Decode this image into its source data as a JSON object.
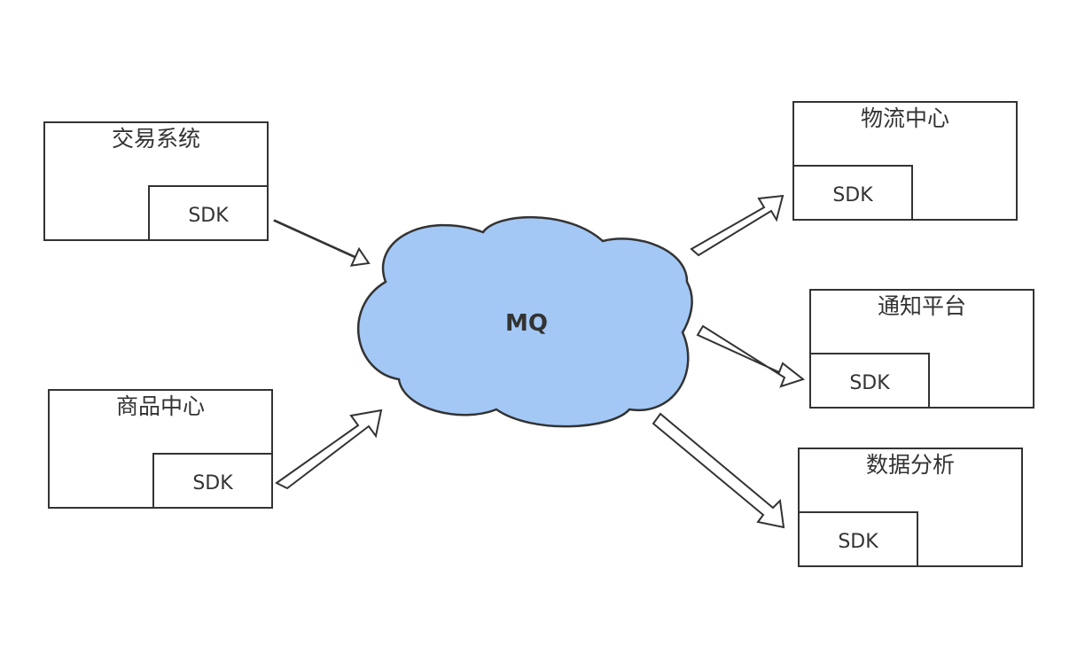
{
  "cloud": {
    "label": "MQ",
    "fill": "#a3c8f5"
  },
  "producers": [
    {
      "name": "交易系统",
      "sdk": "SDK"
    },
    {
      "name": "商品中心",
      "sdk": "SDK"
    }
  ],
  "consumers": [
    {
      "name": "物流中心",
      "sdk": "SDK"
    },
    {
      "name": "通知平台",
      "sdk": "SDK"
    },
    {
      "name": "数据分析",
      "sdk": "SDK"
    }
  ],
  "colors": {
    "stroke": "#333333",
    "background": "#ffffff"
  }
}
